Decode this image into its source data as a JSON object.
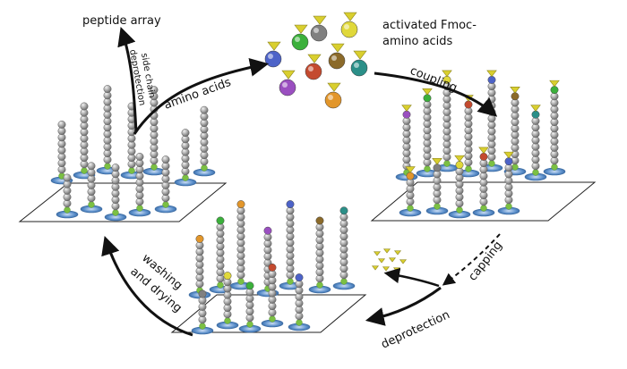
{
  "labels": {
    "peptide_array": "peptide array",
    "side_chain_line1": "side chain",
    "side_chain_line2": "deprotection",
    "amino_acids": "amino acids",
    "activated_line1": "activated Fmoc-",
    "activated_line2": "amino acids",
    "coupling": "coupling",
    "capping": "capping",
    "deprotection": "deprotection",
    "washing": "washing",
    "and_drying": "and drying"
  },
  "colors": {
    "bead": "#9a9a9a",
    "bead_highlight": "#e9e9e9",
    "base_ellipse": "#4f86c6",
    "base_ring": "#a6c5e8",
    "anchor_bead": "#7bc043",
    "fmoc_cap": "#d9cf2e",
    "arrow": "#111111",
    "amino_acid_balls": [
      "#4d63c8",
      "#3bb03b",
      "#808080",
      "#e0d83a",
      "#c44a2f",
      "#8b6a2a",
      "#2b8f88",
      "#9a4fc0",
      "#e2962b"
    ]
  }
}
